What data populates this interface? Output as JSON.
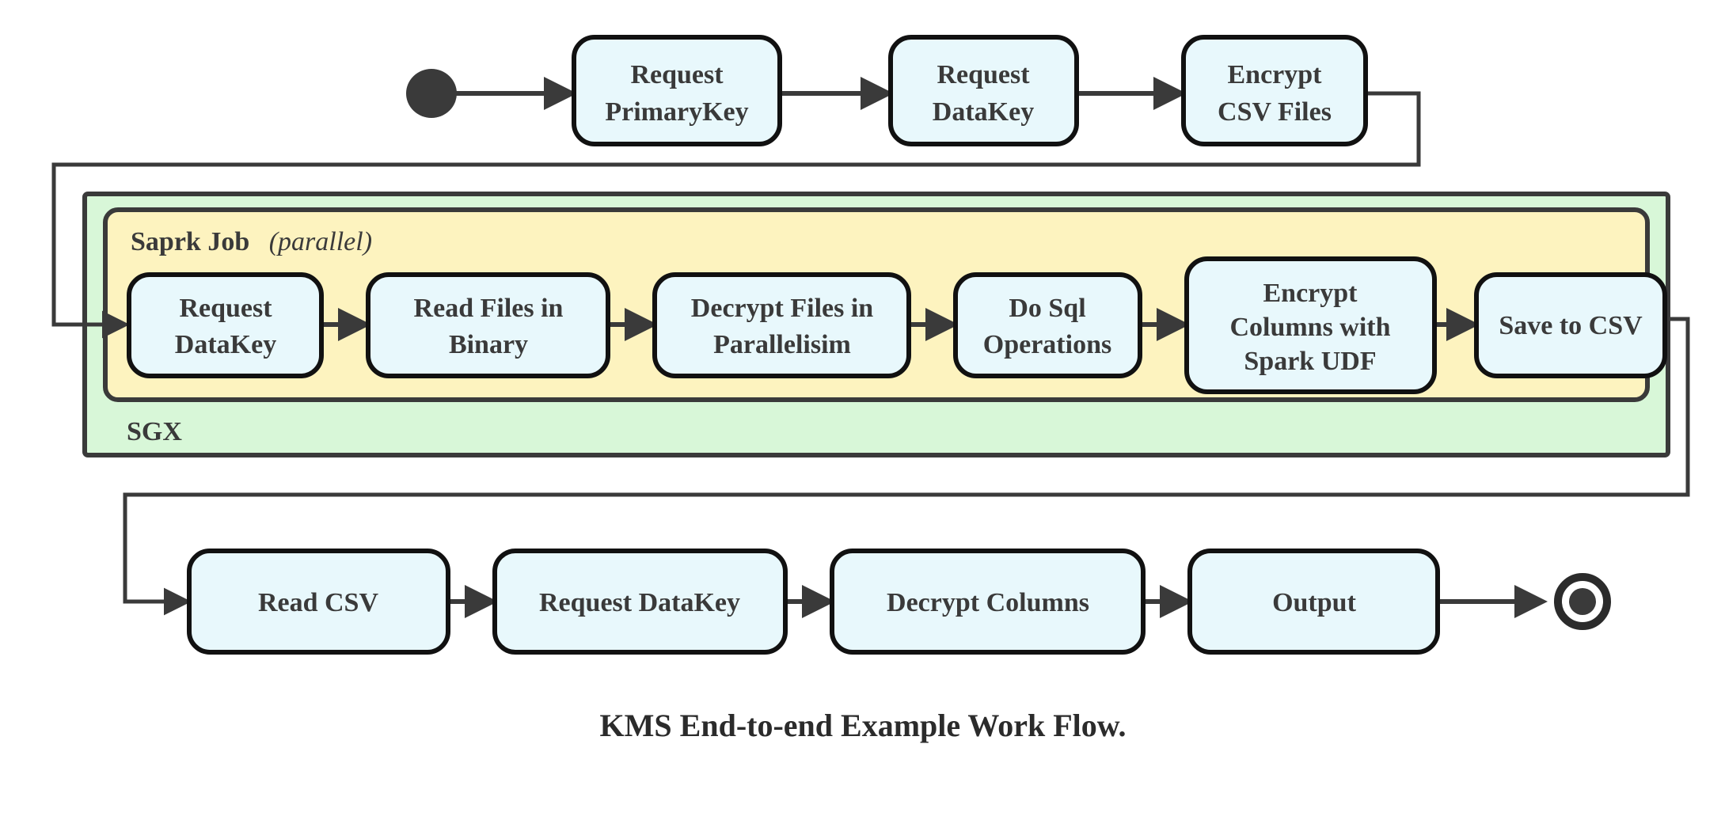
{
  "diagram": {
    "title": "KMS End-to-end Example Work Flow.",
    "colors": {
      "node_fill": "#e8f8fc",
      "node_stroke": "#111111",
      "sgx_fill": "#d8f7d8",
      "spark_fill": "#fdf3bf",
      "edge": "#3a3a3a",
      "text": "#3a3a3a"
    },
    "start_node": "start-node",
    "end_node": "end-node",
    "containers": {
      "outer": {
        "label": "SGX"
      },
      "inner": {
        "label": "Saprk Job",
        "modifier": "(parallel)"
      }
    },
    "rows": {
      "top": [
        {
          "id": "request-primarykey",
          "line1": "Request",
          "line2": "PrimaryKey"
        },
        {
          "id": "request-datakey-top",
          "line1": "Request",
          "line2": "DataKey"
        },
        {
          "id": "encrypt-csv-files",
          "line1": "Encrypt",
          "line2": "CSV Files"
        }
      ],
      "spark": [
        {
          "id": "request-datakey-spark",
          "line1": "Request",
          "line2": "DataKey"
        },
        {
          "id": "read-files-in-binary",
          "line1": "Read Files in",
          "line2": "Binary"
        },
        {
          "id": "decrypt-files-in-parallelisim",
          "line1": "Decrypt Files in",
          "line2": "Parallelisim"
        },
        {
          "id": "do-sql-operations",
          "line1": "Do Sql",
          "line2": "Operations"
        },
        {
          "id": "encrypt-columns-with-spark-udf",
          "line1": "Encrypt",
          "line2": "Columns with",
          "line3": "Spark UDF"
        },
        {
          "id": "save-to-csv",
          "line1": "Save to CSV"
        }
      ],
      "bottom": [
        {
          "id": "read-csv",
          "line1": "Read CSV"
        },
        {
          "id": "request-datakey-bottom",
          "line1": "Request DataKey"
        },
        {
          "id": "decrypt-columns",
          "line1": "Decrypt Columns"
        },
        {
          "id": "output",
          "line1": "Output"
        }
      ]
    }
  }
}
